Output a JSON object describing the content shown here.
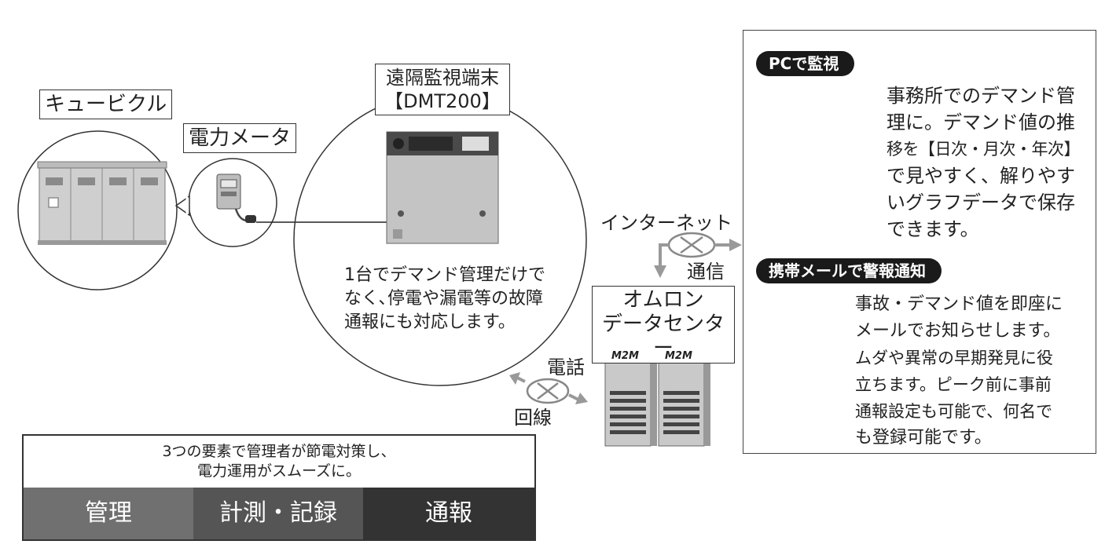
{
  "labels": {
    "cubicle": "キュービクル",
    "power_meter": "電力メータ",
    "terminal_line1": "遠隔監視端末",
    "terminal_line2": "【DMT200】",
    "internet": "インターネット",
    "communication": "通信",
    "datacenter_line1": "オムロン",
    "datacenter_line2": "データセンター",
    "phone": "電話",
    "line": "回線",
    "m2m": "M2M"
  },
  "terminal_desc": [
    "1台でデマンド管理だけで",
    "なく､停電や漏電等の故障",
    "通報にも対応します。"
  ],
  "right_panel": {
    "pc_title": "PCで監視",
    "pc_desc": [
      "事務所でのデマンド管",
      "理に。デマンド値の推",
      "移を【日次・月次・年次】",
      "で見やすく、解りやす",
      "いグラフデータで保存",
      "できます。"
    ],
    "mobile_title": "携帯メールで警報通知",
    "mobile_desc": [
      "事故・デマンド値を即座に",
      "メールでお知らせします。",
      "ムダや異常の早期発見に役",
      "立ちます。ピーク前に事前",
      "通報設定も可能で、何名で",
      "も登録可能です。"
    ]
  },
  "summary": {
    "text_line1": "3つの要素で管理者が節電対策し、",
    "text_line2": "電力運用がスムーズに。",
    "cells": [
      "管理",
      "計測・記録",
      "通報"
    ],
    "colors": [
      "#707070",
      "#555555",
      "#333333"
    ]
  }
}
